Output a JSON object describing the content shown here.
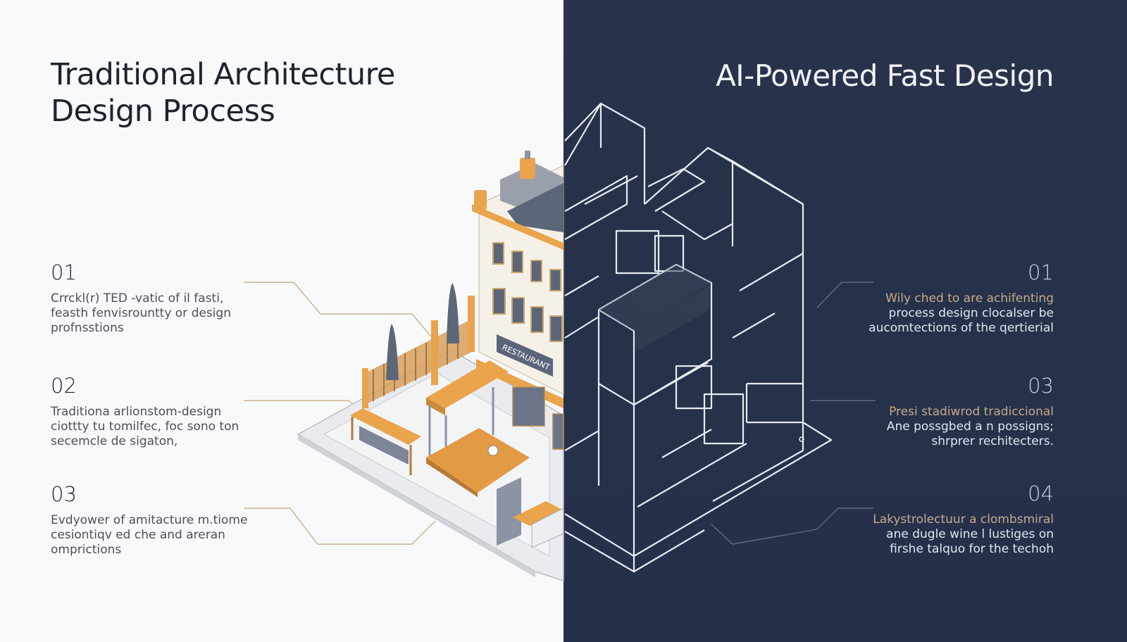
{
  "left": {
    "title_line1": "Traditional Architecture",
    "title_line2": "Design Process",
    "steps": [
      {
        "num": "01",
        "lines": [
          "Crrckl(r) TED -vatic of il fasti,",
          "feasth fenvisrountty or design",
          "profnsstions"
        ]
      },
      {
        "num": "02",
        "lines": [
          "Traditiona arlionstom-design",
          "ciottty tu tomilfec, foc sono ton",
          "secemcle de sigaton,"
        ]
      },
      {
        "num": "03",
        "lines": [
          "Evdyower of amitacture m.tiome",
          "cesiontiqv ed che and areran",
          "omprictions"
        ]
      }
    ]
  },
  "right": {
    "title": "AI-Powered Fast Design",
    "steps": [
      {
        "num": "01",
        "lines": [
          "Wily ched to are achifenting",
          "process design clocalser be",
          "aucomtections of the qertierial"
        ]
      },
      {
        "num": "03",
        "lines": [
          "Presi stadiwrod tradiccional",
          "Ane possgbed a n possigns;",
          "shrprer rechitecters."
        ]
      },
      {
        "num": "04",
        "lines": [
          "Lakystrolectuur a clombsmiral",
          "ane dugle wine l lustiges on",
          "firshe talquo for the techoh"
        ]
      }
    ]
  },
  "illustration": {
    "left_style": "isometric-colored-building",
    "right_style": "wireframe-blueprint-building",
    "sign_text": "RESTAURANT"
  },
  "colors": {
    "left_bg": "#f8f9fb",
    "right_bg": "#27324a",
    "accent_orange": "#e9a44c",
    "wire_white": "#e8ecf2",
    "connector_tan": "#c8b28a",
    "connector_dark": "#5d6b83"
  }
}
